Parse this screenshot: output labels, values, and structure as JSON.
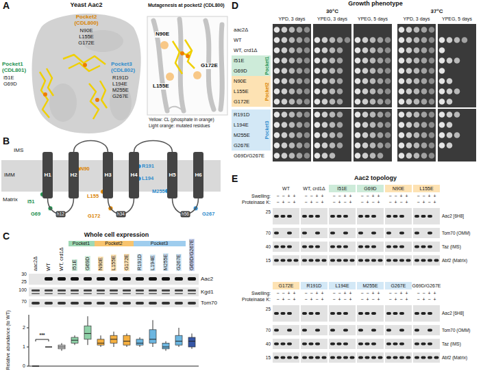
{
  "diagram": {
    "nodes": [
      {
        "text": [
          "H1"
        ]
      },
      {
        "text": [
          "H2"
        ]
      },
      {
        "text": [
          "H3"
        ]
      },
      {
        "text": [
          "H4"
        ]
      },
      {
        "text": [
          "H5"
        ]
      },
      {
        "text": [
          "H6"
        ]
      },
      {
        "text": [
          "I51E"
        ]
      },
      {
        "text": [
          "G69D"
        ]
      },
      {
        "text": [
          "N90E"
        ]
      },
      {
        "text": [
          "L155E"
        ]
      },
      {
        "text": [
          "G172E"
        ]
      },
      {
        "text": [
          "R191D"
        ]
      },
      {
        "text": [
          "L194E"
        ]
      },
      {
        "text": [
          "M255E"
        ]
      },
      {
        "text": [
          "G267E"
        ]
      }
    ],
    "edges": [
      {
        "from": 0,
        "to": 1,
        "arrow": "none",
        "label": "h12"
      },
      {
        "from": 1,
        "to": 2,
        "arrow": "none"
      },
      {
        "from": 2,
        "to": 3,
        "arrow": "none",
        "label": "h34"
      },
      {
        "from": 3,
        "to": 4,
        "arrow": "none"
      },
      {
        "from": 4,
        "to": 5,
        "arrow": "none",
        "label": "h56"
      }
    ],
    "labels": [
      "A",
      "Yeast Aac2",
      "Pocket2 (CDL800)",
      "N90E",
      "L155E",
      "G172E",
      "Pocket1 (CDL801)",
      "I51E",
      "G69D",
      "Pocket3 (CDL802)",
      "R191D",
      "L194E",
      "M255E",
      "G267E",
      "Mutagenesis at pocket2 (CDL800)",
      "N90E",
      "L155E",
      "G172E",
      "Yellow: CL (phosphate in orange)",
      "Light orange: mutated residues",
      "B",
      "IMS",
      "IMM",
      "Matrix",
      "I51",
      "G69",
      "N90",
      "L155",
      "G172",
      "R191",
      "L194",
      "M255",
      "G267",
      "C",
      "Whole cell expression",
      "aac2Δ",
      "WT",
      "WT, crd1Δ",
      "Pocket1",
      "I51E",
      "G69D",
      "Pocket2",
      "N90E",
      "L155E",
      "G172E",
      "Pocket3",
      "R191D",
      "L194E",
      "M255E",
      "G267E",
      "G69D/G267E",
      "Aac2",
      "Kgd1",
      "Tom70",
      "30",
      "25",
      "100",
      "70",
      "Relative abundance (to WT)",
      "0",
      "1",
      "2",
      "***",
      "D",
      "Growth phenotype",
      "30°C",
      "37°C",
      "YPD, 3 days",
      "YPEG, 3 days",
      "YPEG, 5 days",
      "YPD, 3 days",
      "YPEG, 5 days",
      "aac2Δ",
      "WT",
      "WT, crd1Δ",
      "I51E",
      "G69D",
      "N90E",
      "L155E",
      "G172E",
      "R191D",
      "L194E",
      "M255E",
      "G267E",
      "G69D/G267E",
      "Pocket1",
      "Pocket2",
      "Pocket3",
      "E",
      "Aac2 topology",
      "Swelling:",
      "Proteinase K:",
      "WT",
      "WT, crd1Δ",
      "− − + +",
      "− + − +",
      "− − + +",
      "− + − +",
      "− − + +",
      "− + − +",
      "− − + +",
      "− + − +",
      "− − + +",
      "− + − +",
      "− − + +",
      "− + − +",
      "25",
      "70",
      "40",
      "15",
      "Aac2 [6H8]",
      "Tom70 (OMM)",
      "Taz (IMS)",
      "Abf2 (Matrix)",
      "Swelling:",
      "Proteinase K:",
      "G69D/G267E",
      "− − + +",
      "− + − +",
      "− − + +",
      "− + − +",
      "− − + +",
      "− + − +",
      "− − + +",
      "− + − +",
      "− − + +",
      "− + − +",
      "− − + +",
      "− + − +",
      "25",
      "70",
      "40",
      "15",
      "Aac2 [6H8]",
      "Tom70 (OMM)",
      "Taz (IMS)",
      "Abf2 (Matrix)"
    ]
  }
}
